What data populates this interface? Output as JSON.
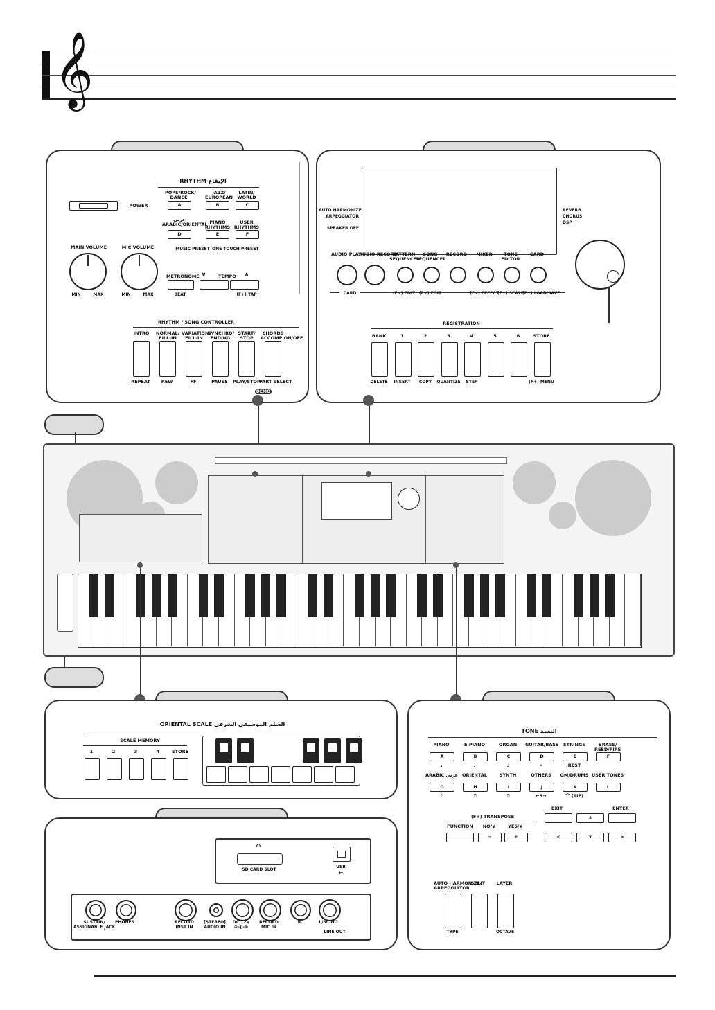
{
  "header": {
    "clef": "𝄞"
  },
  "left_panel": {
    "power": "POWER",
    "rhythm_title": "RHYTHM  الإيقاع",
    "rhythm_groups": [
      {
        "label": "POPS/ROCK/\nDANCE",
        "key": "A"
      },
      {
        "label": "JAZZ/\nEUROPEAN",
        "key": "B"
      },
      {
        "label": "LATIN/\nWORLD",
        "key": "C"
      },
      {
        "label": "عربي\nARABIC/ORIENTAL",
        "key": "D"
      },
      {
        "label": "PIANO\nRHYTHMS",
        "key": "E"
      },
      {
        "label": "USER\nRHYTHMS",
        "key": "F"
      }
    ],
    "music_preset": "MUSIC PRESET",
    "one_touch_preset": "ONE TOUCH PRESET",
    "main_volume": "MAIN VOLUME",
    "mic_volume": "MIC VOLUME",
    "min": "MIN",
    "max": "MAX",
    "metronome": "METRONOME",
    "beat": "BEAT",
    "tempo": "TEMPO",
    "tap": "(F+) TAP",
    "controller_title": "RHYTHM / SONG CONTROLLER",
    "controller_buttons": [
      {
        "top": "INTRO",
        "bottom": "REPEAT"
      },
      {
        "top": "NORMAL/\nFILL-IN",
        "bottom": "REW"
      },
      {
        "top": "VARIATION/\nFILL-IN",
        "bottom": "FF"
      },
      {
        "top": "SYNCHRO/\nENDING",
        "bottom": "PAUSE"
      },
      {
        "top": "START/\nSTOP",
        "bottom": "PLAY/STOP"
      },
      {
        "top": "CHORDS\nACCOMP ON/OFF",
        "bottom": "PART SELECT"
      }
    ],
    "play_stop_symbol": "▶/■",
    "demo": "DEMO"
  },
  "right_panel": {
    "display_left": [
      "AUTO HARMONIZE",
      "ARPEGGIATOR",
      "SPEAKER OFF"
    ],
    "display_right": [
      "REVERB",
      "CHORUS",
      "DSP"
    ],
    "buttons": [
      {
        "label": "AUDIO PLAY",
        "sub": ""
      },
      {
        "label": "AUDIO RECORD",
        "sub": ""
      },
      {
        "label": "PATTERN\nSEQUENCER",
        "sub": "(F+) EDIT"
      },
      {
        "label": "SONG\nSEQUENCER",
        "sub": "(F+) EDIT"
      },
      {
        "label": "RECORD",
        "sub": ""
      },
      {
        "label": "MIXER",
        "sub": "(F+) EFFECT"
      },
      {
        "label": "TONE\nEDITOR",
        "sub": "(F+) SCALE"
      },
      {
        "label": "CARD",
        "sub": "(F+) LOAD/SAVE"
      }
    ],
    "card": "CARD",
    "registration_title": "REGISTRATION",
    "registration": [
      {
        "top": "BANK",
        "bottom": "DELETE"
      },
      {
        "top": "1",
        "bottom": "INSERT"
      },
      {
        "top": "2",
        "bottom": "COPY"
      },
      {
        "top": "3",
        "bottom": "QUANTIZE"
      },
      {
        "top": "4",
        "bottom": "STEP"
      },
      {
        "top": "5",
        "bottom": ""
      },
      {
        "top": "6",
        "bottom": ""
      },
      {
        "top": "STORE",
        "bottom": "(F+) MENU"
      }
    ]
  },
  "oriental_panel": {
    "title": "ORIENTAL SCALE   السلم الموسيقي الشرقي",
    "scale_memory": "SCALE MEMORY",
    "memory_buttons": [
      "1",
      "2",
      "3",
      "4",
      "STORE"
    ]
  },
  "tone_panel": {
    "title": "TONE  النغمة",
    "row1": [
      {
        "label": "PIANO",
        "key": "A",
        "sym": "𝅝"
      },
      {
        "label": "E.PIANO",
        "key": "B",
        "sym": "♩"
      },
      {
        "label": "ORGAN",
        "key": "C",
        "sym": "♩"
      },
      {
        "label": "GUITAR/BASS",
        "key": "D",
        "sym": "•"
      },
      {
        "label": "STRINGS",
        "key": "E",
        "sym": "REST"
      },
      {
        "label": "BRASS/\nREED/PIPE",
        "key": "F",
        "sym": ""
      }
    ],
    "row2": [
      {
        "label": "ARABIC عربي",
        "key": "G",
        "sym": "♪"
      },
      {
        "label": "ORIENTAL",
        "key": "H",
        "sym": "♬"
      },
      {
        "label": "SYNTH",
        "key": "I",
        "sym": "♬"
      },
      {
        "label": "OTHERS",
        "key": "J",
        "sym": "⌐3¬"
      },
      {
        "label": "GM/DRUMS",
        "key": "K",
        "sym": "⌒ (TIE)"
      },
      {
        "label": "USER TONES",
        "key": "L",
        "sym": ""
      }
    ],
    "transpose": "(F+) TRANSPOSE",
    "function": "FUNCTION",
    "no": "NO/∨",
    "yes": "YES/∧",
    "minus": "−",
    "plus": "+",
    "exit": "EXIT",
    "enter": "ENTER",
    "up": "∧",
    "down": "∨",
    "left": "<",
    "right": ">",
    "bottom_buttons": [
      {
        "top": "AUTO HARMONIZE/\nARPEGGIATOR",
        "bottom": "TYPE"
      },
      {
        "top": "SPLIT",
        "bottom": ""
      },
      {
        "top": "LAYER",
        "bottom": "OCTAVE"
      }
    ]
  },
  "io_panel": {
    "sd": "SD CARD SLOT",
    "usb": "USB",
    "jacks": [
      {
        "label": "SUSTAIN/\nASSIGNABLE JACK"
      },
      {
        "label": "PHONES"
      },
      {
        "label": "RECORD\nINST IN"
      },
      {
        "label": "[STEREO]\nAUDIO IN"
      },
      {
        "label": "DC 12V\n⊖-◐-⊕"
      },
      {
        "label": "RECORD\nMIC IN"
      },
      {
        "label": "R"
      },
      {
        "label": "L/MONO"
      }
    ],
    "line_out": "LINE OUT"
  }
}
